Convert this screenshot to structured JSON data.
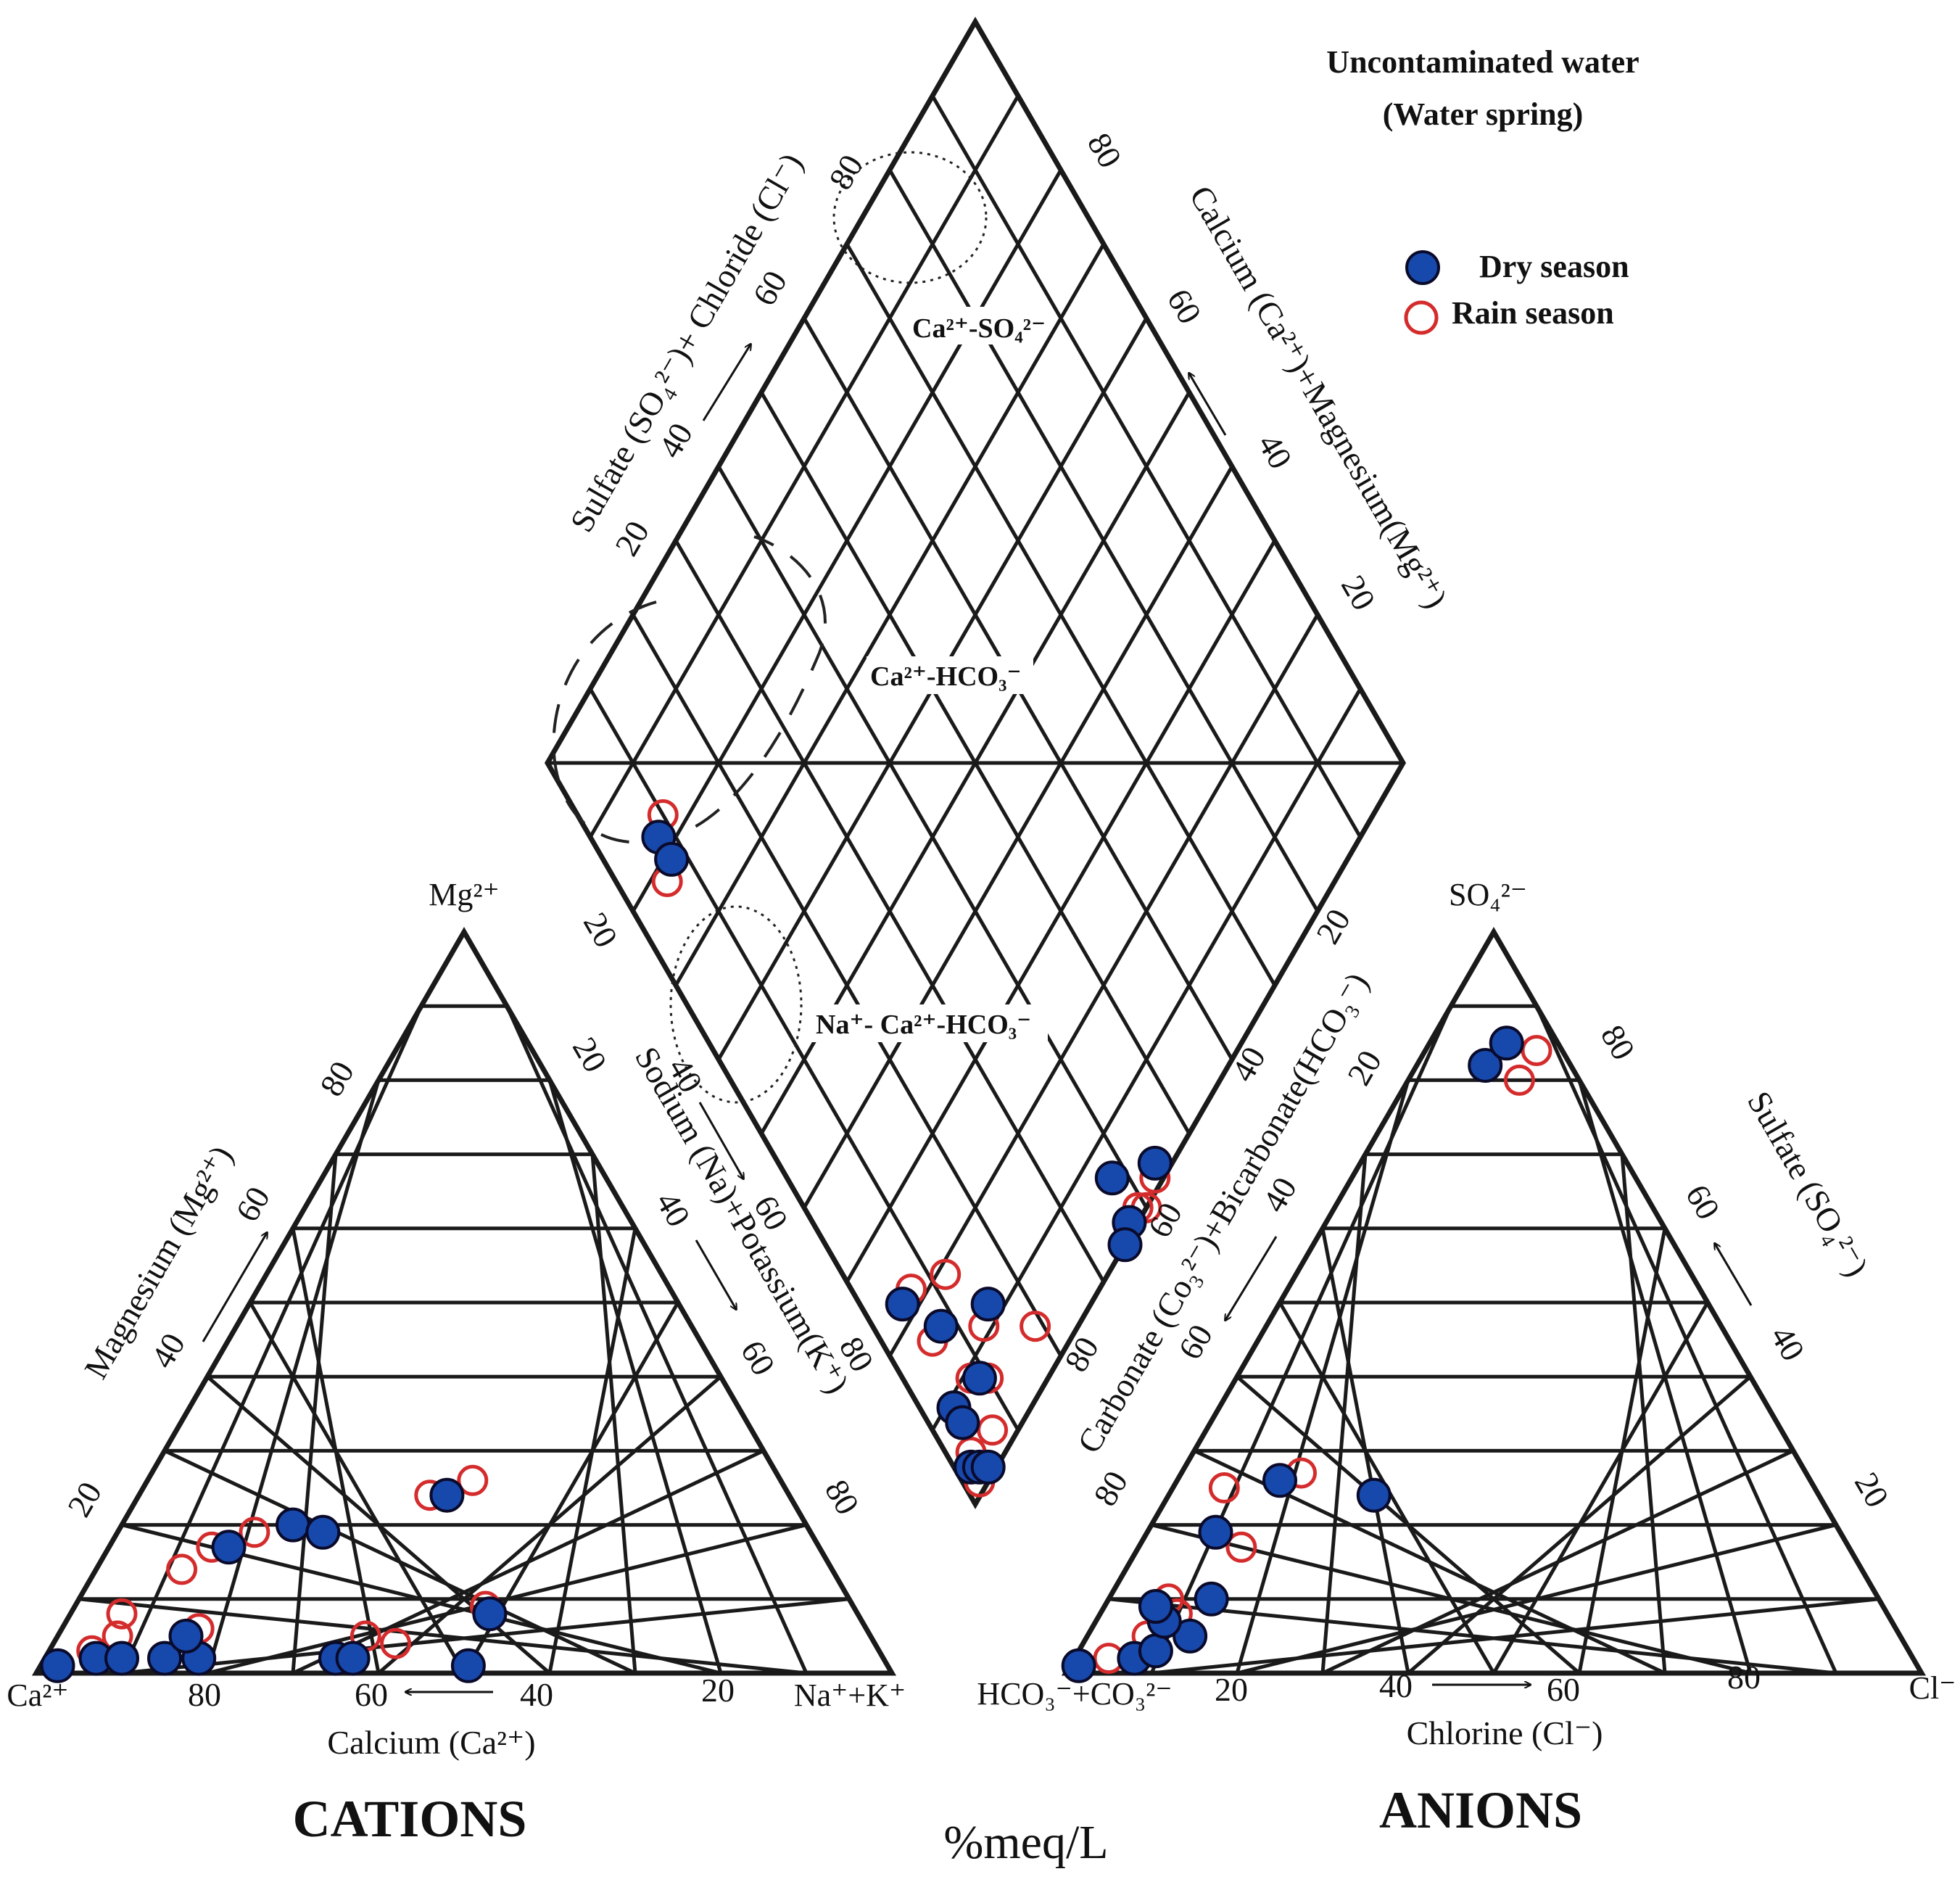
{
  "title": {
    "line1": "Uncontaminated water",
    "line2": "(Water spring)"
  },
  "legend": [
    {
      "label": "Dry season",
      "marker": "filled-circle",
      "color": "#1748ab"
    },
    {
      "label": "Rain season",
      "marker": "open-circle",
      "color": "#d42c2c"
    }
  ],
  "unit_label": "%meq/L",
  "cations": {
    "heading": "CATIONS",
    "corners": {
      "left": "Ca²⁺",
      "top": "Mg²⁺",
      "right": "Na⁺+K⁺"
    },
    "axis_labels": {
      "left": "Magnesium (Mg²⁺)",
      "right": "Sodium (Na)+Potassium(K⁺)",
      "bottom": "Calcium (Ca²⁺)"
    },
    "ticks": {
      "bottom": [
        "80",
        "60",
        "40",
        "20"
      ],
      "left": [
        "20",
        "40",
        "60",
        "80"
      ],
      "right": [
        "20",
        "40",
        "60",
        "80"
      ]
    }
  },
  "anions": {
    "heading": "ANIONS",
    "corners": {
      "left": "HCO₃⁻+CO₃²⁻",
      "top": "SO₄²⁻",
      "right": "Cl⁻"
    },
    "axis_labels": {
      "left": "Carbonate (Co₃²⁻)+Bicarbonate(HCO₃⁻)",
      "right": "Sulfate (SO₄²⁻)",
      "bottom": "Chlorine (Cl⁻)"
    },
    "ticks": {
      "bottom": [
        "20",
        "40",
        "60",
        "80"
      ],
      "left": [
        "80",
        "60",
        "40",
        "20"
      ],
      "right": [
        "20",
        "40",
        "60",
        "80"
      ]
    }
  },
  "diamond": {
    "axis_labels": {
      "upper_left": "Sulfate (SO₄²⁻)+ Chloride (Cl⁻)",
      "upper_right": "Calcium (Ca²⁺)+Magnesium(Mg²⁺)"
    },
    "ticks": {
      "upper_left": [
        "20",
        "40",
        "60",
        "80"
      ],
      "upper_right": [
        "20",
        "40",
        "60",
        "80"
      ],
      "lower_left": [
        "20",
        "40",
        "60",
        "80"
      ],
      "lower_right": [
        "20",
        "40",
        "60",
        "80"
      ]
    },
    "zones": [
      "Ca²⁺-SO₄²⁻",
      "Ca²⁺-HCO₃⁻",
      "Na⁺- Ca²⁺-HCO₃⁻"
    ]
  },
  "chart_data": {
    "type": "scatter",
    "subtype": "piper-trilinear",
    "units": "%meq/L",
    "series": [
      {
        "name": "Dry season",
        "cation_points": [
          {
            "mg": 1,
            "na_k": 2
          },
          {
            "mg": 2,
            "na_k": 6
          },
          {
            "mg": 2,
            "na_k": 9
          },
          {
            "mg": 2,
            "na_k": 14
          },
          {
            "mg": 2,
            "na_k": 18
          },
          {
            "mg": 5,
            "na_k": 15
          },
          {
            "mg": 2,
            "na_k": 34
          },
          {
            "mg": 2,
            "na_k": 36
          },
          {
            "mg": 1,
            "na_k": 50
          },
          {
            "mg": 8,
            "na_k": 49
          },
          {
            "mg": 17,
            "na_k": 14
          },
          {
            "mg": 20,
            "na_k": 20
          },
          {
            "mg": 19,
            "na_k": 24
          },
          {
            "mg": 24,
            "na_k": 36
          }
        ],
        "anion_points": [
          {
            "so4": 1,
            "cl": 1
          },
          {
            "so4": 2,
            "cl": 7
          },
          {
            "so4": 3,
            "cl": 9
          },
          {
            "so4": 5,
            "cl": 12
          },
          {
            "so4": 7,
            "cl": 8
          },
          {
            "so4": 9,
            "cl": 6
          },
          {
            "so4": 10,
            "cl": 12
          },
          {
            "so4": 19,
            "cl": 8
          },
          {
            "so4": 26,
            "cl": 12
          },
          {
            "so4": 24,
            "cl": 24
          },
          {
            "so4": 82,
            "cl": 8
          },
          {
            "so4": 85,
            "cl": 9
          }
        ],
        "diamond_points": [
          {
            "anion_sum": 82,
            "cation_sum": 92
          },
          {
            "anion_sum": 79,
            "cation_sum": 92
          },
          {
            "anion_sum": 22,
            "cation_sum": 95
          },
          {
            "anion_sum": 16,
            "cation_sum": 92
          },
          {
            "anion_sum": 9,
            "cation_sum": 96
          },
          {
            "anion_sum": 8,
            "cation_sum": 91
          },
          {
            "anion_sum": 7,
            "cation_sum": 96
          },
          {
            "anion_sum": 3,
            "cation_sum": 98
          },
          {
            "anion_sum": 2,
            "cation_sum": 97
          },
          {
            "anion_sum": 1,
            "cation_sum": 96
          },
          {
            "anion_sum": 12,
            "cation_sum": 85
          },
          {
            "anion_sum": 1,
            "cation_sum": 63
          },
          {
            "anion_sum": 2,
            "cation_sum": 56
          },
          {
            "anion_sum": 0,
            "cation_sum": 65
          },
          {
            "anion_sum": 6,
            "cation_sum": 62
          }
        ]
      },
      {
        "name": "Rain season",
        "cation_points": [
          {
            "mg": 3,
            "na_k": 5
          },
          {
            "mg": 5,
            "na_k": 7
          },
          {
            "mg": 8,
            "na_k": 6
          },
          {
            "mg": 6,
            "na_k": 16
          },
          {
            "mg": 5,
            "na_k": 36
          },
          {
            "mg": 4,
            "na_k": 40
          },
          {
            "mg": 9,
            "na_k": 48
          },
          {
            "mg": 14,
            "na_k": 10
          },
          {
            "mg": 17,
            "na_k": 12
          },
          {
            "mg": 19,
            "na_k": 16
          },
          {
            "mg": 24,
            "na_k": 34
          },
          {
            "mg": 26,
            "na_k": 38
          }
        ],
        "anion_points": [
          {
            "so4": 2,
            "cl": 4
          },
          {
            "so4": 5,
            "cl": 7
          },
          {
            "so4": 8,
            "cl": 9
          },
          {
            "so4": 10,
            "cl": 7
          },
          {
            "so4": 17,
            "cl": 12
          },
          {
            "so4": 25,
            "cl": 6
          },
          {
            "so4": 27,
            "cl": 14
          },
          {
            "so4": 80,
            "cl": 13
          },
          {
            "so4": 84,
            "cl": 13
          }
        ],
        "diamond_points": [
          {
            "anion_sum": 83,
            "cation_sum": 90
          },
          {
            "anion_sum": 78,
            "cation_sum": 94
          },
          {
            "anion_sum": 22,
            "cation_sum": 93
          },
          {
            "anion_sum": 19,
            "cation_sum": 88
          },
          {
            "anion_sum": 16,
            "cation_sum": 94
          },
          {
            "anion_sum": 11,
            "cation_sum": 87
          },
          {
            "anion_sum": 9,
            "cation_sum": 92
          },
          {
            "anion_sum": 7,
            "cation_sum": 90
          },
          {
            "anion_sum": 4,
            "cation_sum": 97
          },
          {
            "anion_sum": 3,
            "cation_sum": 93
          },
          {
            "anion_sum": 1,
            "cation_sum": 98
          },
          {
            "anion_sum": 5,
            "cation_sum": 81
          },
          {
            "anion_sum": 1,
            "cation_sum": 61
          },
          {
            "anion_sum": 0,
            "cation_sum": 60
          },
          {
            "anion_sum": 1,
            "cation_sum": 57
          }
        ]
      }
    ]
  }
}
